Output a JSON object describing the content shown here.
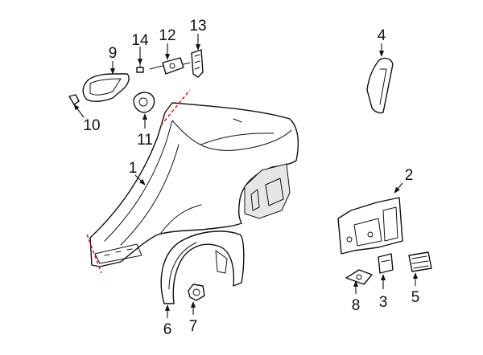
{
  "callouts": [
    {
      "id": "1",
      "label": "1"
    },
    {
      "id": "2",
      "label": "2"
    },
    {
      "id": "3",
      "label": "3"
    },
    {
      "id": "4",
      "label": "4"
    },
    {
      "id": "5",
      "label": "5"
    },
    {
      "id": "6",
      "label": "6"
    },
    {
      "id": "7",
      "label": "7"
    },
    {
      "id": "8",
      "label": "8"
    },
    {
      "id": "9",
      "label": "9"
    },
    {
      "id": "10",
      "label": "10"
    },
    {
      "id": "11",
      "label": "11"
    },
    {
      "id": "12",
      "label": "12"
    },
    {
      "id": "13",
      "label": "13"
    },
    {
      "id": "14",
      "label": "14"
    }
  ],
  "colors": {
    "line": "#111111",
    "cut_line": "#e02020",
    "background": "#ffffff"
  }
}
